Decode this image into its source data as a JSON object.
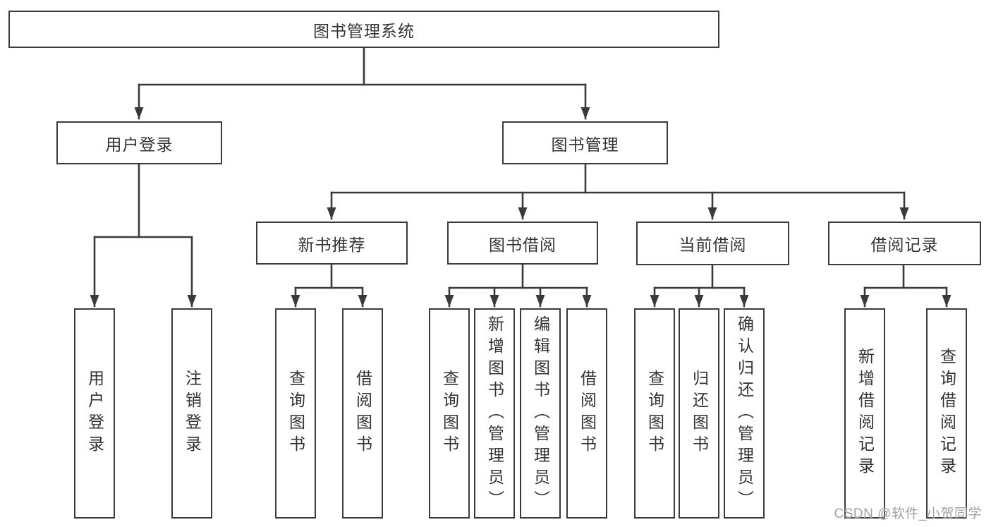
{
  "tree": {
    "root": {
      "label": "图书管理系统",
      "children": [
        {
          "label": "用户登录",
          "children": [
            {
              "label": "用户登录"
            },
            {
              "label": "注销登录"
            }
          ]
        },
        {
          "label": "图书管理",
          "children": [
            {
              "label": "新书推荐",
              "children": [
                {
                  "label": "查询图书"
                },
                {
                  "label": "借阅图书"
                }
              ]
            },
            {
              "label": "图书借阅",
              "children": [
                {
                  "label": "查询图书"
                },
                {
                  "label": "新增图书（管理员）"
                },
                {
                  "label": "编辑图书（管理员）"
                },
                {
                  "label": "借阅图书"
                }
              ]
            },
            {
              "label": "当前借阅",
              "children": [
                {
                  "label": "查询图书"
                },
                {
                  "label": "归还图书"
                },
                {
                  "label": "确认归还（管理员）"
                }
              ]
            },
            {
              "label": "借阅记录",
              "children": [
                {
                  "label": "新增借阅记录"
                },
                {
                  "label": "查询借阅记录"
                }
              ]
            }
          ]
        }
      ]
    }
  },
  "watermark": {
    "text": "CSDN @软件_小贺同学",
    "color": "#9b9b9b"
  },
  "colors": {
    "line": "#3a3a3a",
    "box_border": "#3b3b3b",
    "text": "#333333",
    "background": "#ffffff"
  }
}
